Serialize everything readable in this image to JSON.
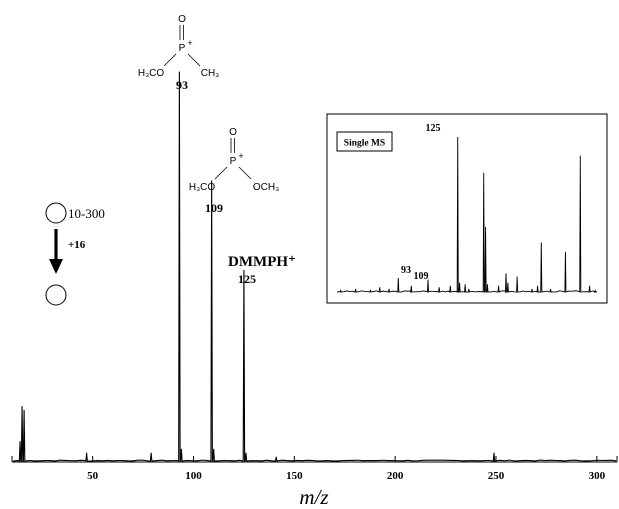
{
  "chart_data": {
    "type": "line",
    "xlabel": "m/z",
    "ylabel": "",
    "xlim": [
      10,
      310
    ],
    "ylim": [
      0,
      100
    ],
    "x_ticks": [
      50,
      100,
      150,
      200,
      250,
      300
    ],
    "x_tick_labels": [
      "50",
      "100",
      "150",
      "200",
      "250",
      "300"
    ],
    "grid": false,
    "main_peaks": [
      {
        "mz": 14,
        "intensity": 5
      },
      {
        "mz": 15,
        "intensity": 14
      },
      {
        "mz": 16,
        "intensity": 13
      },
      {
        "mz": 47,
        "intensity": 2
      },
      {
        "mz": 79,
        "intensity": 2
      },
      {
        "mz": 93,
        "intensity": 100
      },
      {
        "mz": 94,
        "intensity": 3
      },
      {
        "mz": 109,
        "intensity": 72
      },
      {
        "mz": 110,
        "intensity": 3
      },
      {
        "mz": 125,
        "intensity": 49
      },
      {
        "mz": 126,
        "intensity": 2
      },
      {
        "mz": 141,
        "intensity": 1
      },
      {
        "mz": 249,
        "intensity": 2
      }
    ],
    "peak_labels": [
      {
        "mz": 93,
        "text": "93"
      },
      {
        "mz": 109,
        "text": "109"
      },
      {
        "mz": 125,
        "text": "125"
      }
    ],
    "ion_label": "DMMPH⁺",
    "scan_scheme": {
      "range": "10-300",
      "shift": "+16"
    },
    "structures": {
      "s93": {
        "o": "O",
        "p": "P",
        "charge": "+",
        "left": "H₃CO",
        "right": "CH₃"
      },
      "s109": {
        "o": "O",
        "p": "P",
        "charge": "+",
        "left": "H₃CO",
        "right": "OCH₃"
      }
    },
    "inset": {
      "title": "Single MS",
      "xlim": [
        60,
        200
      ],
      "peak_labels": [
        {
          "mz": 93,
          "text": "93"
        },
        {
          "mz": 109,
          "text": "109"
        },
        {
          "mz": 125,
          "text": "125"
        }
      ],
      "peaks": [
        {
          "mz": 62,
          "intensity": 1
        },
        {
          "mz": 70,
          "intensity": 2
        },
        {
          "mz": 78,
          "intensity": 1
        },
        {
          "mz": 83,
          "intensity": 3
        },
        {
          "mz": 88,
          "intensity": 2
        },
        {
          "mz": 93,
          "intensity": 9
        },
        {
          "mz": 100,
          "intensity": 4
        },
        {
          "mz": 109,
          "intensity": 8
        },
        {
          "mz": 115,
          "intensity": 3
        },
        {
          "mz": 121,
          "intensity": 4
        },
        {
          "mz": 125,
          "intensity": 100
        },
        {
          "mz": 126,
          "intensity": 6
        },
        {
          "mz": 129,
          "intensity": 5
        },
        {
          "mz": 131,
          "intensity": 2
        },
        {
          "mz": 139,
          "intensity": 77
        },
        {
          "mz": 140,
          "intensity": 42
        },
        {
          "mz": 141,
          "intensity": 5
        },
        {
          "mz": 147,
          "intensity": 4
        },
        {
          "mz": 151,
          "intensity": 12
        },
        {
          "mz": 152,
          "intensity": 6
        },
        {
          "mz": 157,
          "intensity": 10
        },
        {
          "mz": 165,
          "intensity": 2
        },
        {
          "mz": 168,
          "intensity": 4
        },
        {
          "mz": 170,
          "intensity": 32
        },
        {
          "mz": 175,
          "intensity": 2
        },
        {
          "mz": 183,
          "intensity": 26
        },
        {
          "mz": 191,
          "intensity": 88
        },
        {
          "mz": 196,
          "intensity": 4
        },
        {
          "mz": 199,
          "intensity": 1
        }
      ]
    }
  }
}
